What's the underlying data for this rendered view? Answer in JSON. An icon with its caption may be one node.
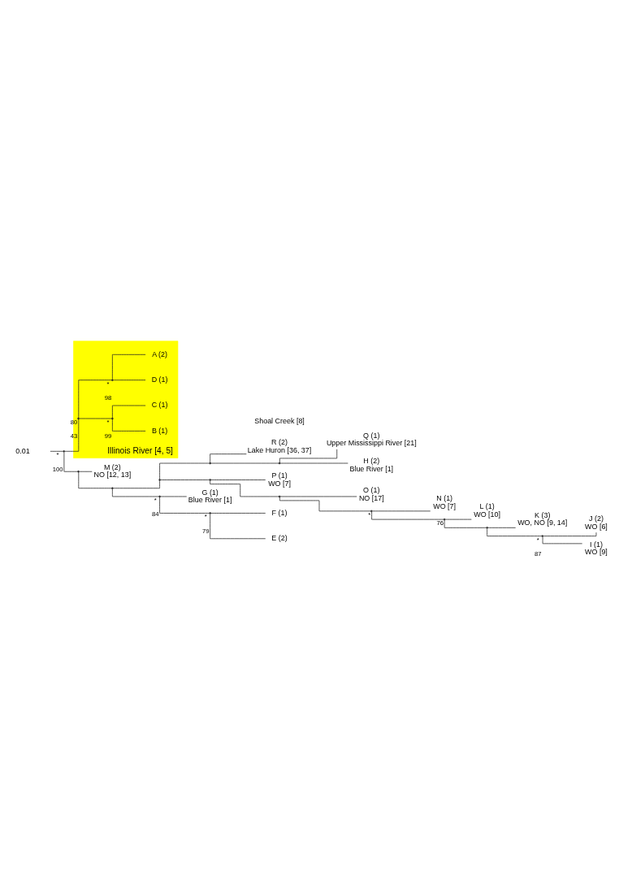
{
  "diagram": {
    "nodes": [
      {
        "text": [],
        "shape": "point",
        "beside": [
          "*",
          "100"
        ]
      },
      {
        "text": [],
        "shape": "point"
      },
      {
        "text": [
          "M (2)",
          "NO [12, 13]"
        ]
      },
      {
        "text": [],
        "shape": "point"
      },
      {
        "text": [],
        "shape": "point"
      },
      {
        "text": [],
        "shape": "point"
      },
      {
        "text": [
          "R (2)",
          "Lake Huron [36, 37]"
        ]
      },
      {
        "text": [],
        "shape": "point"
      },
      {
        "text": [
          "Q (1)",
          "Upper Mississippi River [21]"
        ]
      },
      {
        "text": [
          "H (2)",
          "Blue River [1]"
        ]
      },
      {
        "text": [],
        "shape": "point"
      },
      {
        "text": [
          "P (1)",
          "WO [7]"
        ]
      },
      {
        "text": [],
        "shape": "point"
      },
      {
        "text": [
          "O (1)",
          "NO [17]"
        ]
      },
      {
        "text": [],
        "shape": "point",
        "beside": [
          "*"
        ]
      },
      {
        "text": [
          "N (1)",
          "WO [7]"
        ]
      },
      {
        "text": [],
        "shape": "point",
        "beside": [
          "76"
        ]
      },
      {
        "text": [
          "L (1)",
          "WO [10]"
        ]
      },
      {
        "text": [],
        "shape": "point"
      },
      {
        "text": [
          "K (3)",
          "WO, NO [9, 14]"
        ]
      },
      {
        "text": [],
        "shape": "point",
        "beside": [
          "*",
          "87"
        ]
      },
      {
        "text": [
          "J (2)",
          "WO [6]"
        ]
      },
      {
        "text": [
          "I (1)",
          "WO [9]"
        ]
      },
      {
        "text": [],
        "shape": "point",
        "beside": [
          "*",
          "84"
        ]
      },
      {
        "text": [
          "G (1)",
          "Blue River [1]"
        ]
      },
      {
        "text": [],
        "shape": "point",
        "beside": [
          "*",
          "79"
        ]
      },
      {
        "text": [
          "F (1)"
        ]
      },
      {
        "text": [
          "E (2)"
        ]
      },
      {
        "text": [
          "Illinois River [4, 5]"
        ]
      },
      {
        "text": [],
        "shape": "point",
        "beside": [
          "80",
          "43"
        ],
        "in": 28
      },
      {
        "text": [],
        "shape": "point",
        "beside": [
          "*",
          "99"
        ],
        "in": 28
      },
      {
        "text": [
          "B (1)"
        ],
        "in": 28
      },
      {
        "text": [
          "C (1)"
        ],
        "in": 28
      },
      {
        "text": [],
        "shape": "point",
        "beside": [
          "*",
          "98"
        ],
        "in": 28
      },
      {
        "text": [
          "D (1)"
        ],
        "in": 28
      },
      {
        "text": [
          "A (2)"
        ],
        "in": 28
      }
    ],
    "edges": [
      {
        "from": null,
        "to": 0,
        "arrow": "none"
      },
      {
        "from": 0,
        "to": 1,
        "arrow": "none"
      },
      {
        "from": 0,
        "to": 29,
        "arrow": "none"
      },
      {
        "from": 1,
        "to": 2,
        "arrow": "none"
      },
      {
        "from": 1,
        "to": 3,
        "arrow": "none"
      },
      {
        "from": 3,
        "to": 4,
        "arrow": "none"
      },
      {
        "from": 3,
        "to": 23,
        "arrow": "none"
      },
      {
        "from": 4,
        "to": 5,
        "arrow": "none"
      },
      {
        "from": 4,
        "to": 10,
        "arrow": "none"
      },
      {
        "from": 5,
        "to": 6,
        "arrow": "none"
      },
      {
        "from": 5,
        "to": 7,
        "arrow": "none"
      },
      {
        "from": 7,
        "to": 8,
        "arrow": "none"
      },
      {
        "from": 7,
        "to": 9,
        "arrow": "none"
      },
      {
        "from": 10,
        "to": 11,
        "arrow": "none"
      },
      {
        "from": 10,
        "to": 12,
        "arrow": "none"
      },
      {
        "from": 12,
        "to": 13,
        "arrow": "none"
      },
      {
        "from": 12,
        "to": 14,
        "arrow": "none"
      },
      {
        "from": 14,
        "to": 15,
        "arrow": "none"
      },
      {
        "from": 14,
        "to": 16,
        "arrow": "none"
      },
      {
        "from": 16,
        "to": 17,
        "arrow": "none"
      },
      {
        "from": 16,
        "to": 18,
        "arrow": "none"
      },
      {
        "from": 18,
        "to": 19,
        "arrow": "none"
      },
      {
        "from": 18,
        "to": 20,
        "arrow": "none"
      },
      {
        "from": 20,
        "to": 21,
        "arrow": "none"
      },
      {
        "from": 20,
        "to": 22,
        "arrow": "none"
      },
      {
        "from": 23,
        "to": 24,
        "arrow": "none"
      },
      {
        "from": 23,
        "to": 25,
        "arrow": "none"
      },
      {
        "from": 25,
        "to": 26,
        "arrow": "none"
      },
      {
        "from": 25,
        "to": 27,
        "arrow": "none"
      },
      {
        "from": 29,
        "to": 30,
        "arrow": "none"
      },
      {
        "from": 29,
        "to": 33,
        "arrow": "none"
      },
      {
        "from": 30,
        "to": 31,
        "arrow": "none"
      },
      {
        "from": 30,
        "to": 32,
        "arrow": "none"
      },
      {
        "from": 33,
        "to": 34,
        "arrow": "none"
      },
      {
        "from": 33,
        "to": 35,
        "arrow": "none"
      }
    ],
    "labels": [
      "0.01",
      "Shoal Creek [8]"
    ]
  }
}
